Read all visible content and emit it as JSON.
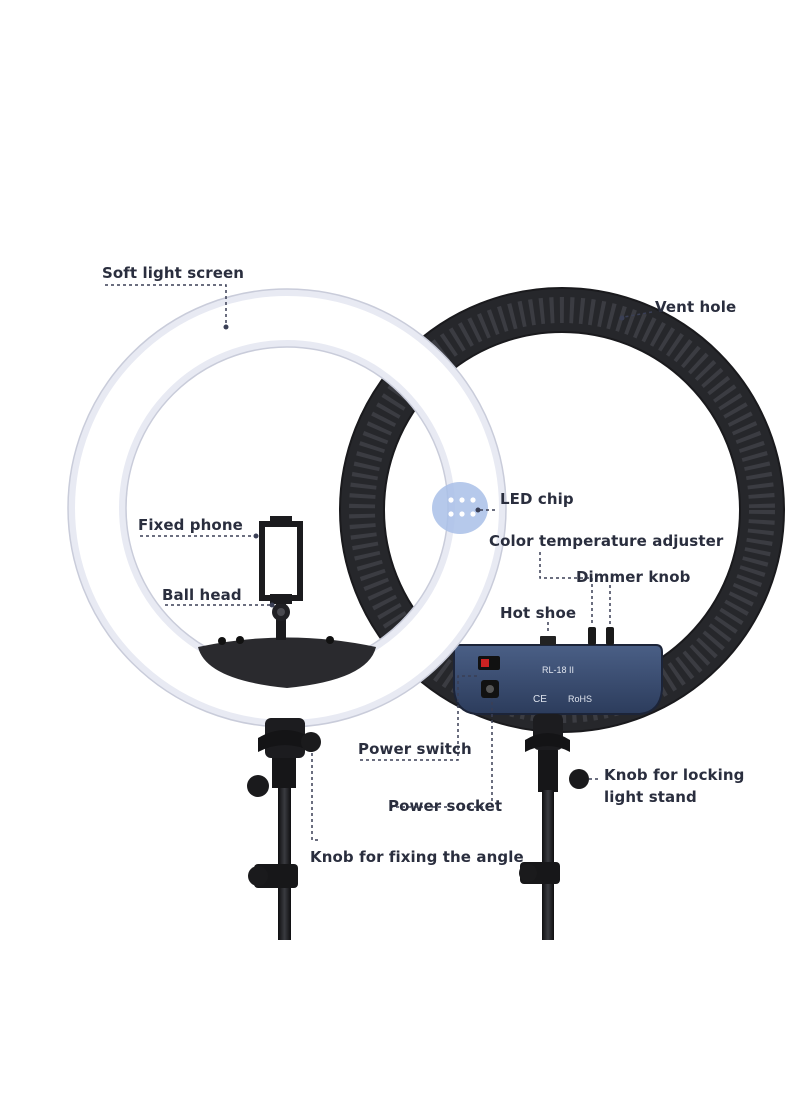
{
  "labels": {
    "soft_light_screen": "Soft light screen",
    "vent_hole": "Vent hole",
    "led_chip": "LED chip",
    "fixed_phone": "Fixed phone",
    "color_temperature_adjuster": "Color temperature adjuster",
    "dimmer_knob": "Dimmer knob",
    "ball_head": "Ball head",
    "hot_shoe": "Hot shoe",
    "power_switch": "Power switch",
    "power_socket": "Power socket",
    "knob_for_locking_line1": "Knob for locking",
    "knob_for_locking_line2": "light stand",
    "knob_for_fixing_angle": "Knob for fixing the angle"
  },
  "panel_text": {
    "model": "RL-18 II",
    "ce_mark": "CE",
    "rohs": "RoHS"
  },
  "colors": {
    "label_text": "#2a2e3e",
    "leader_line": "#3a3f55",
    "ring_front": "#f4f5fb",
    "ring_back": "#2b2c31",
    "panel": "#3a4e72"
  }
}
